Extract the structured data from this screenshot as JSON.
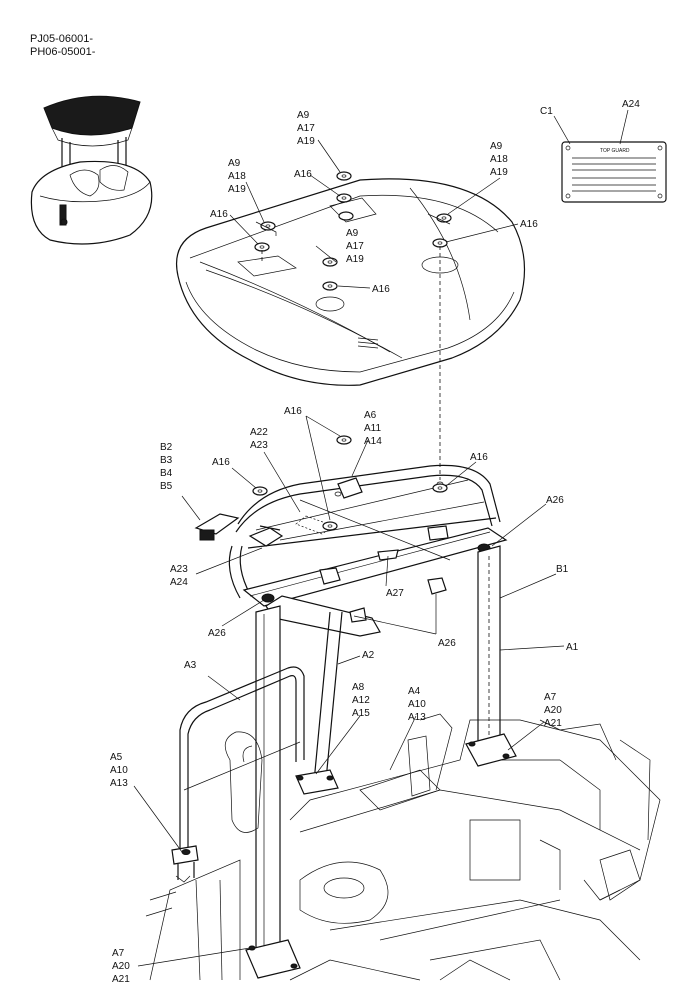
{
  "header": {
    "line1": "PJ05-06001-",
    "line2": "PH06-05001-"
  },
  "plate": {
    "title": "TOP GUARD"
  },
  "labels": {
    "top_a9_center": [
      "A9",
      "A17",
      "A19"
    ],
    "top_a9_left": [
      "A9",
      "A18",
      "A19"
    ],
    "top_a16_center": [
      "A16"
    ],
    "top_a16_left": [
      "A16"
    ],
    "top_a9_right": [
      "A9",
      "A18",
      "A19"
    ],
    "top_a16_right": [
      "A16"
    ],
    "top_a9_mid": [
      "A9",
      "A17",
      "A19"
    ],
    "top_a16_mid": [
      "A16"
    ],
    "c1": [
      "C1"
    ],
    "a24_top": [
      "A24"
    ],
    "frame_a16_top": [
      "A16"
    ],
    "frame_a6": [
      "A6",
      "A11",
      "A14"
    ],
    "frame_a22": [
      "A22",
      "A23"
    ],
    "frame_b": [
      "B2",
      "B3",
      "B4",
      "B5"
    ],
    "frame_a16_left": [
      "A16"
    ],
    "frame_a16_right": [
      "A16"
    ],
    "frame_a26_right": [
      "A26"
    ],
    "frame_b1": [
      "B1"
    ],
    "frame_a23": [
      "A23",
      "A24"
    ],
    "frame_a27": [
      "A27"
    ],
    "frame_a26_left": [
      "A26"
    ],
    "frame_a26_bottom": [
      "A26"
    ],
    "frame_a1": [
      "A1"
    ],
    "frame_a2": [
      "A2"
    ],
    "frame_a3": [
      "A3"
    ],
    "frame_a8": [
      "A8",
      "A12",
      "A15"
    ],
    "frame_a4": [
      "A4",
      "A10",
      "A13"
    ],
    "frame_a7_right": [
      "A7",
      "A20",
      "A21"
    ],
    "frame_a5": [
      "A5",
      "A10",
      "A13"
    ],
    "frame_a7_bottom": [
      "A7",
      "A20",
      "A21"
    ]
  }
}
